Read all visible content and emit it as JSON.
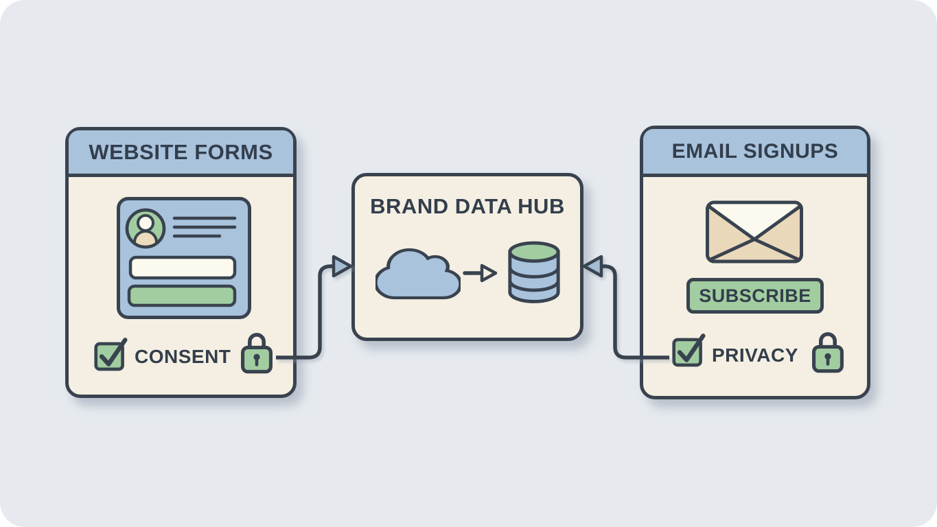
{
  "palette": {
    "canvas_bg": "#e6eaef",
    "outline_ink": "#39434f",
    "text_dark": "#333e4c",
    "header_blue": "#a9c3dd",
    "card_cream": "#f4efe2",
    "accent_green": "#a2cda1",
    "envelope_tan": "#e9d8ba",
    "paper_white": "#fcf9ef",
    "arrowhead_blue": "#a4bdd4",
    "avatar_skin_tan": "#ecdcbd"
  },
  "diagram": {
    "left_card": {
      "title": "WEBSITE FORMS",
      "consent_label": "CONSENT",
      "icons": [
        "signup-form",
        "user-avatar",
        "checkbox-checked",
        "lock"
      ]
    },
    "hub_card": {
      "title": "BRAND DATA HUB",
      "icons": [
        "cloud",
        "arrow-right",
        "database"
      ]
    },
    "right_card": {
      "title": "EMAIL SIGNUPS",
      "subscribe_label": "SUBSCRIBE",
      "privacy_label": "PRIVACY",
      "icons": [
        "envelope",
        "checkbox-checked",
        "lock"
      ]
    },
    "connections": [
      {
        "from": "left_card",
        "to": "hub_card",
        "direction": "right"
      },
      {
        "from": "right_card",
        "to": "hub_card",
        "direction": "left"
      }
    ]
  }
}
